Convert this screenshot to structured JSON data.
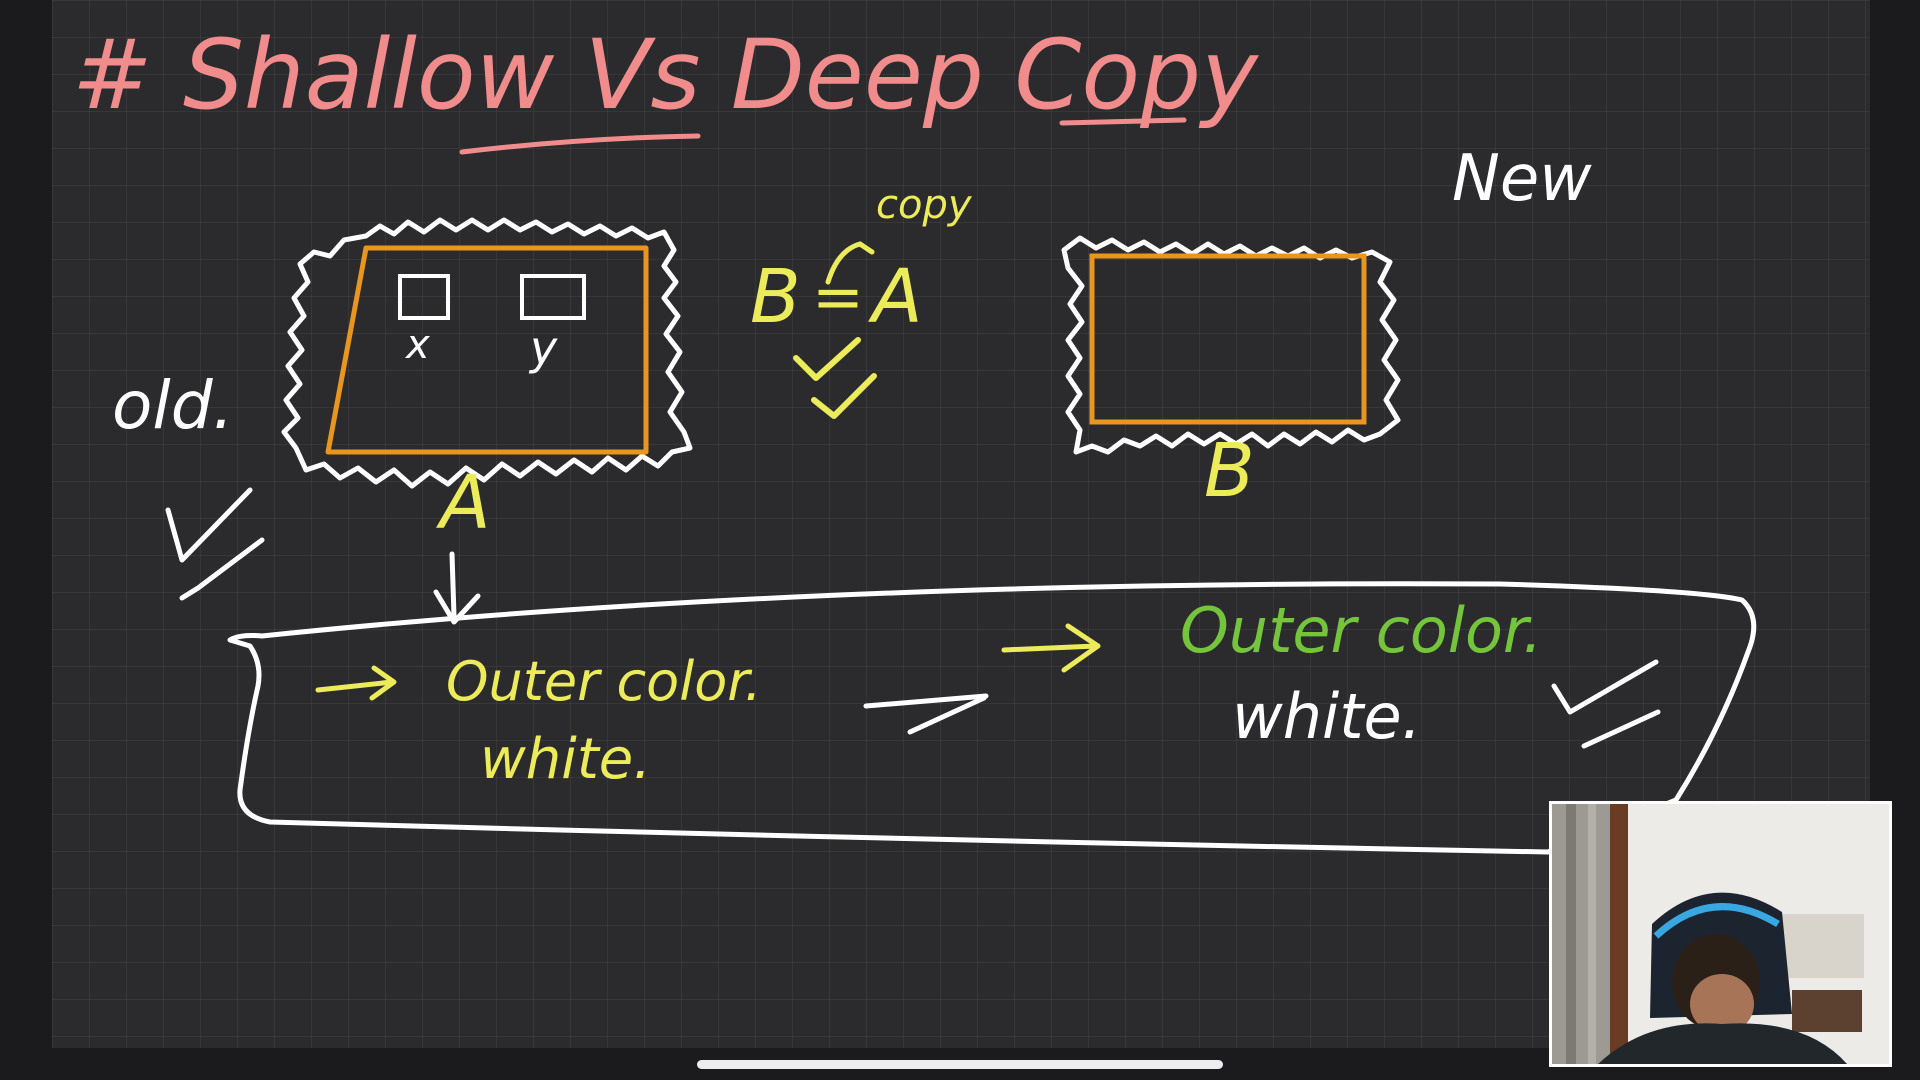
{
  "title": "# Shallow Vs Deep Copy",
  "labels": {
    "new": "New",
    "old": "old.",
    "copy": "copy",
    "assign_b": "B",
    "assign_eq": "=",
    "assign_a": "A",
    "box_a_label": "A",
    "box_b_label": "B",
    "var_x": "x",
    "var_y": "y"
  },
  "notes": {
    "left_outer": "Outer color.",
    "left_value": "white.",
    "right_outer": "Outer color.",
    "right_value": "white."
  },
  "colors": {
    "title": "#f08c8c",
    "yellow": "#ecec5a",
    "green": "#74c43c",
    "white": "#ffffff",
    "orange": "#e8961e"
  },
  "icons": [
    "checkmark-icon",
    "arrow-right-icon",
    "arrow-down-icon"
  ]
}
